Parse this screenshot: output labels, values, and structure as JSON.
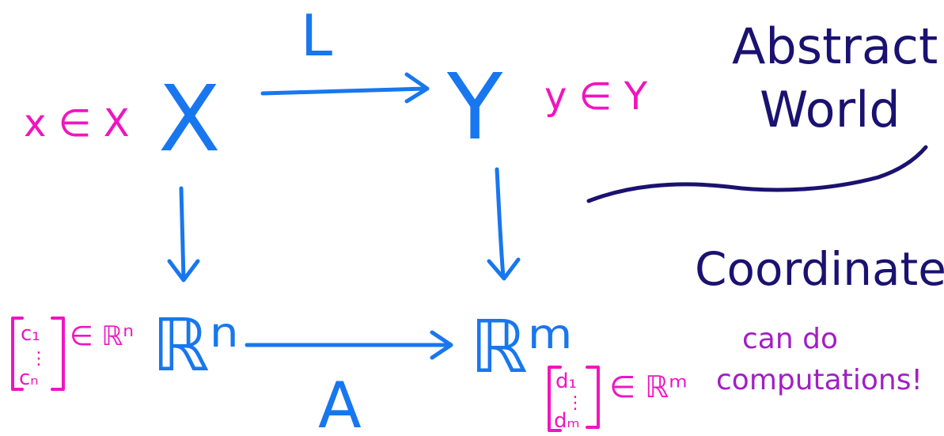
{
  "diagram": {
    "nodes": {
      "X": "X",
      "Y": "Y",
      "Rn": "ℝⁿ",
      "Rm": "ℝᵐ"
    },
    "edges": {
      "top": "L",
      "bottom": "A"
    },
    "annotations": {
      "x_in_X": "x ∈ X",
      "y_in_Y": "y ∈ Y",
      "c_vector_top": "c₁",
      "c_vector_bottom": "cₙ",
      "c_in_Rn": "∈ ℝⁿ",
      "d_vector_top": "d₁",
      "d_vector_bottom": "dₘ",
      "d_in_Rm": "∈ ℝᵐ"
    },
    "sections": {
      "abstract_line1": "Abstract",
      "abstract_line2": "World",
      "coordinates": "Coordinates",
      "computations_line1": "can do",
      "computations_line2": "computations!"
    },
    "colors": {
      "blue": "#1877ee",
      "pink": "#f015c0",
      "navy": "#1a1270",
      "purple": "#a11fc4"
    }
  }
}
